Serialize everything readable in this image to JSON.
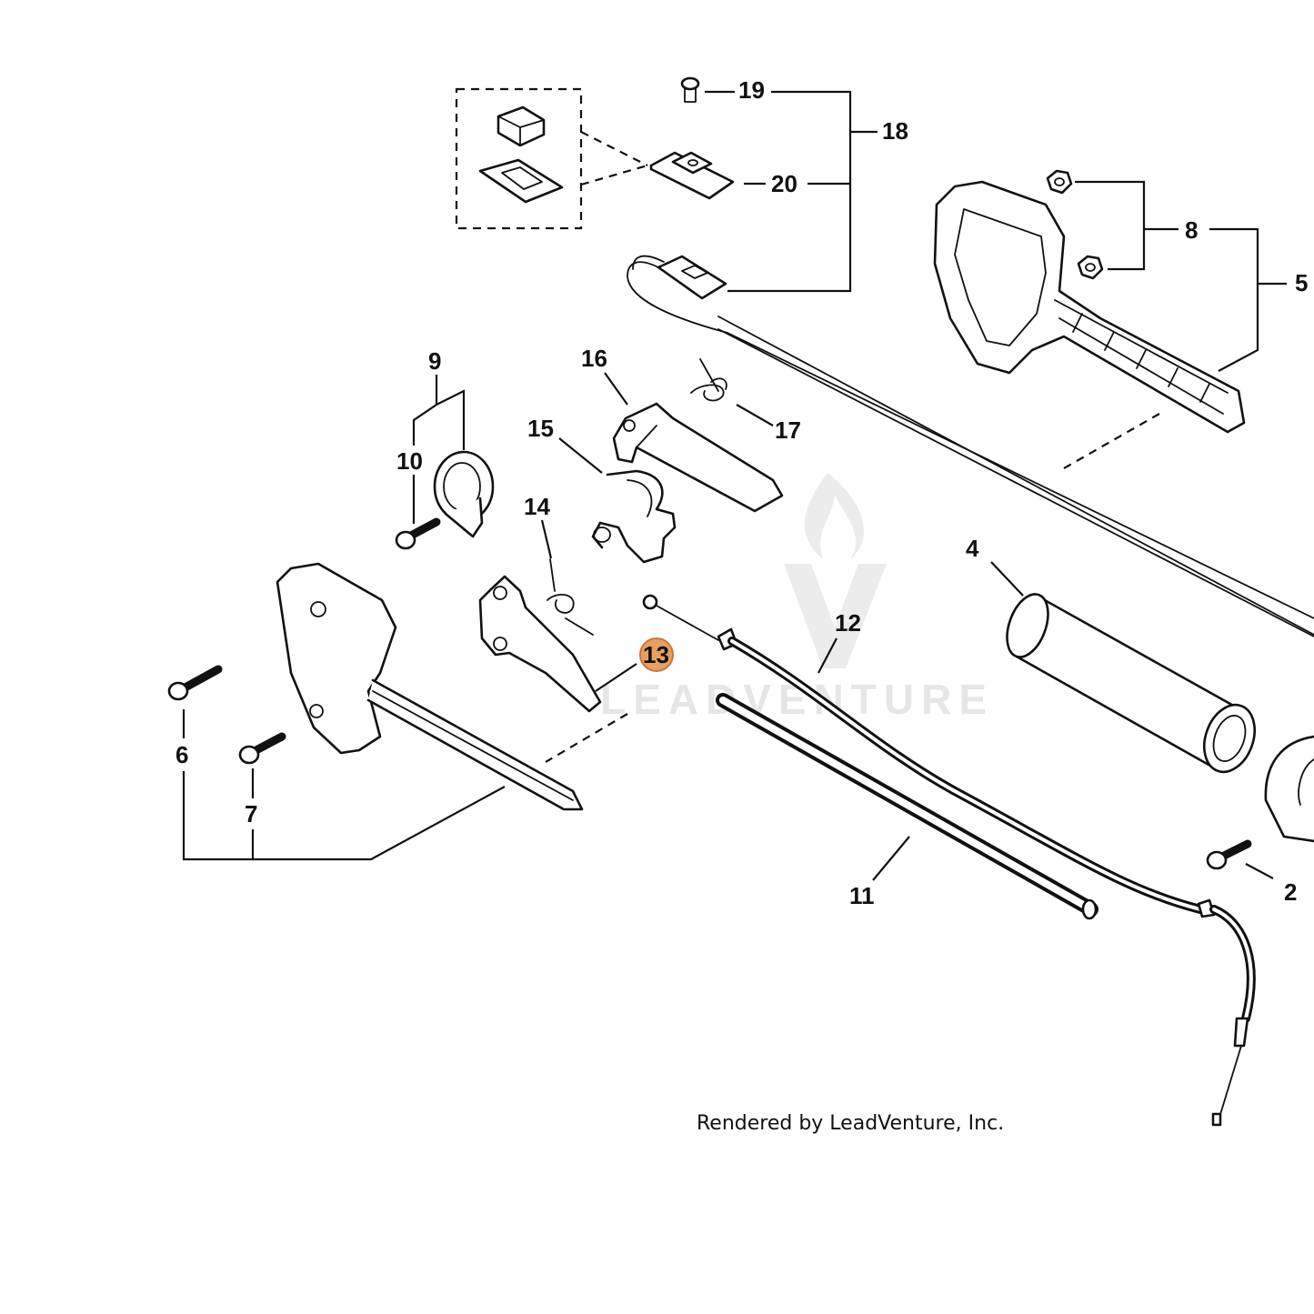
{
  "callouts": {
    "c2": "2",
    "c4": "4",
    "c5": "5",
    "c6": "6",
    "c7": "7",
    "c8": "8",
    "c9": "9",
    "c10": "10",
    "c11": "11",
    "c12": "12",
    "c13": "13",
    "c14": "14",
    "c15": "15",
    "c16": "16",
    "c17": "17",
    "c18": "18",
    "c19": "19",
    "c20": "20"
  },
  "highlight": {
    "callout": "13",
    "color": "#e8a060",
    "stroke": "#c9763a"
  },
  "watermark": "LEADVENTURE",
  "credit": "Rendered by LeadVenture, Inc.",
  "colors": {
    "line": "#111111",
    "watermark": "#e6e6e6"
  }
}
